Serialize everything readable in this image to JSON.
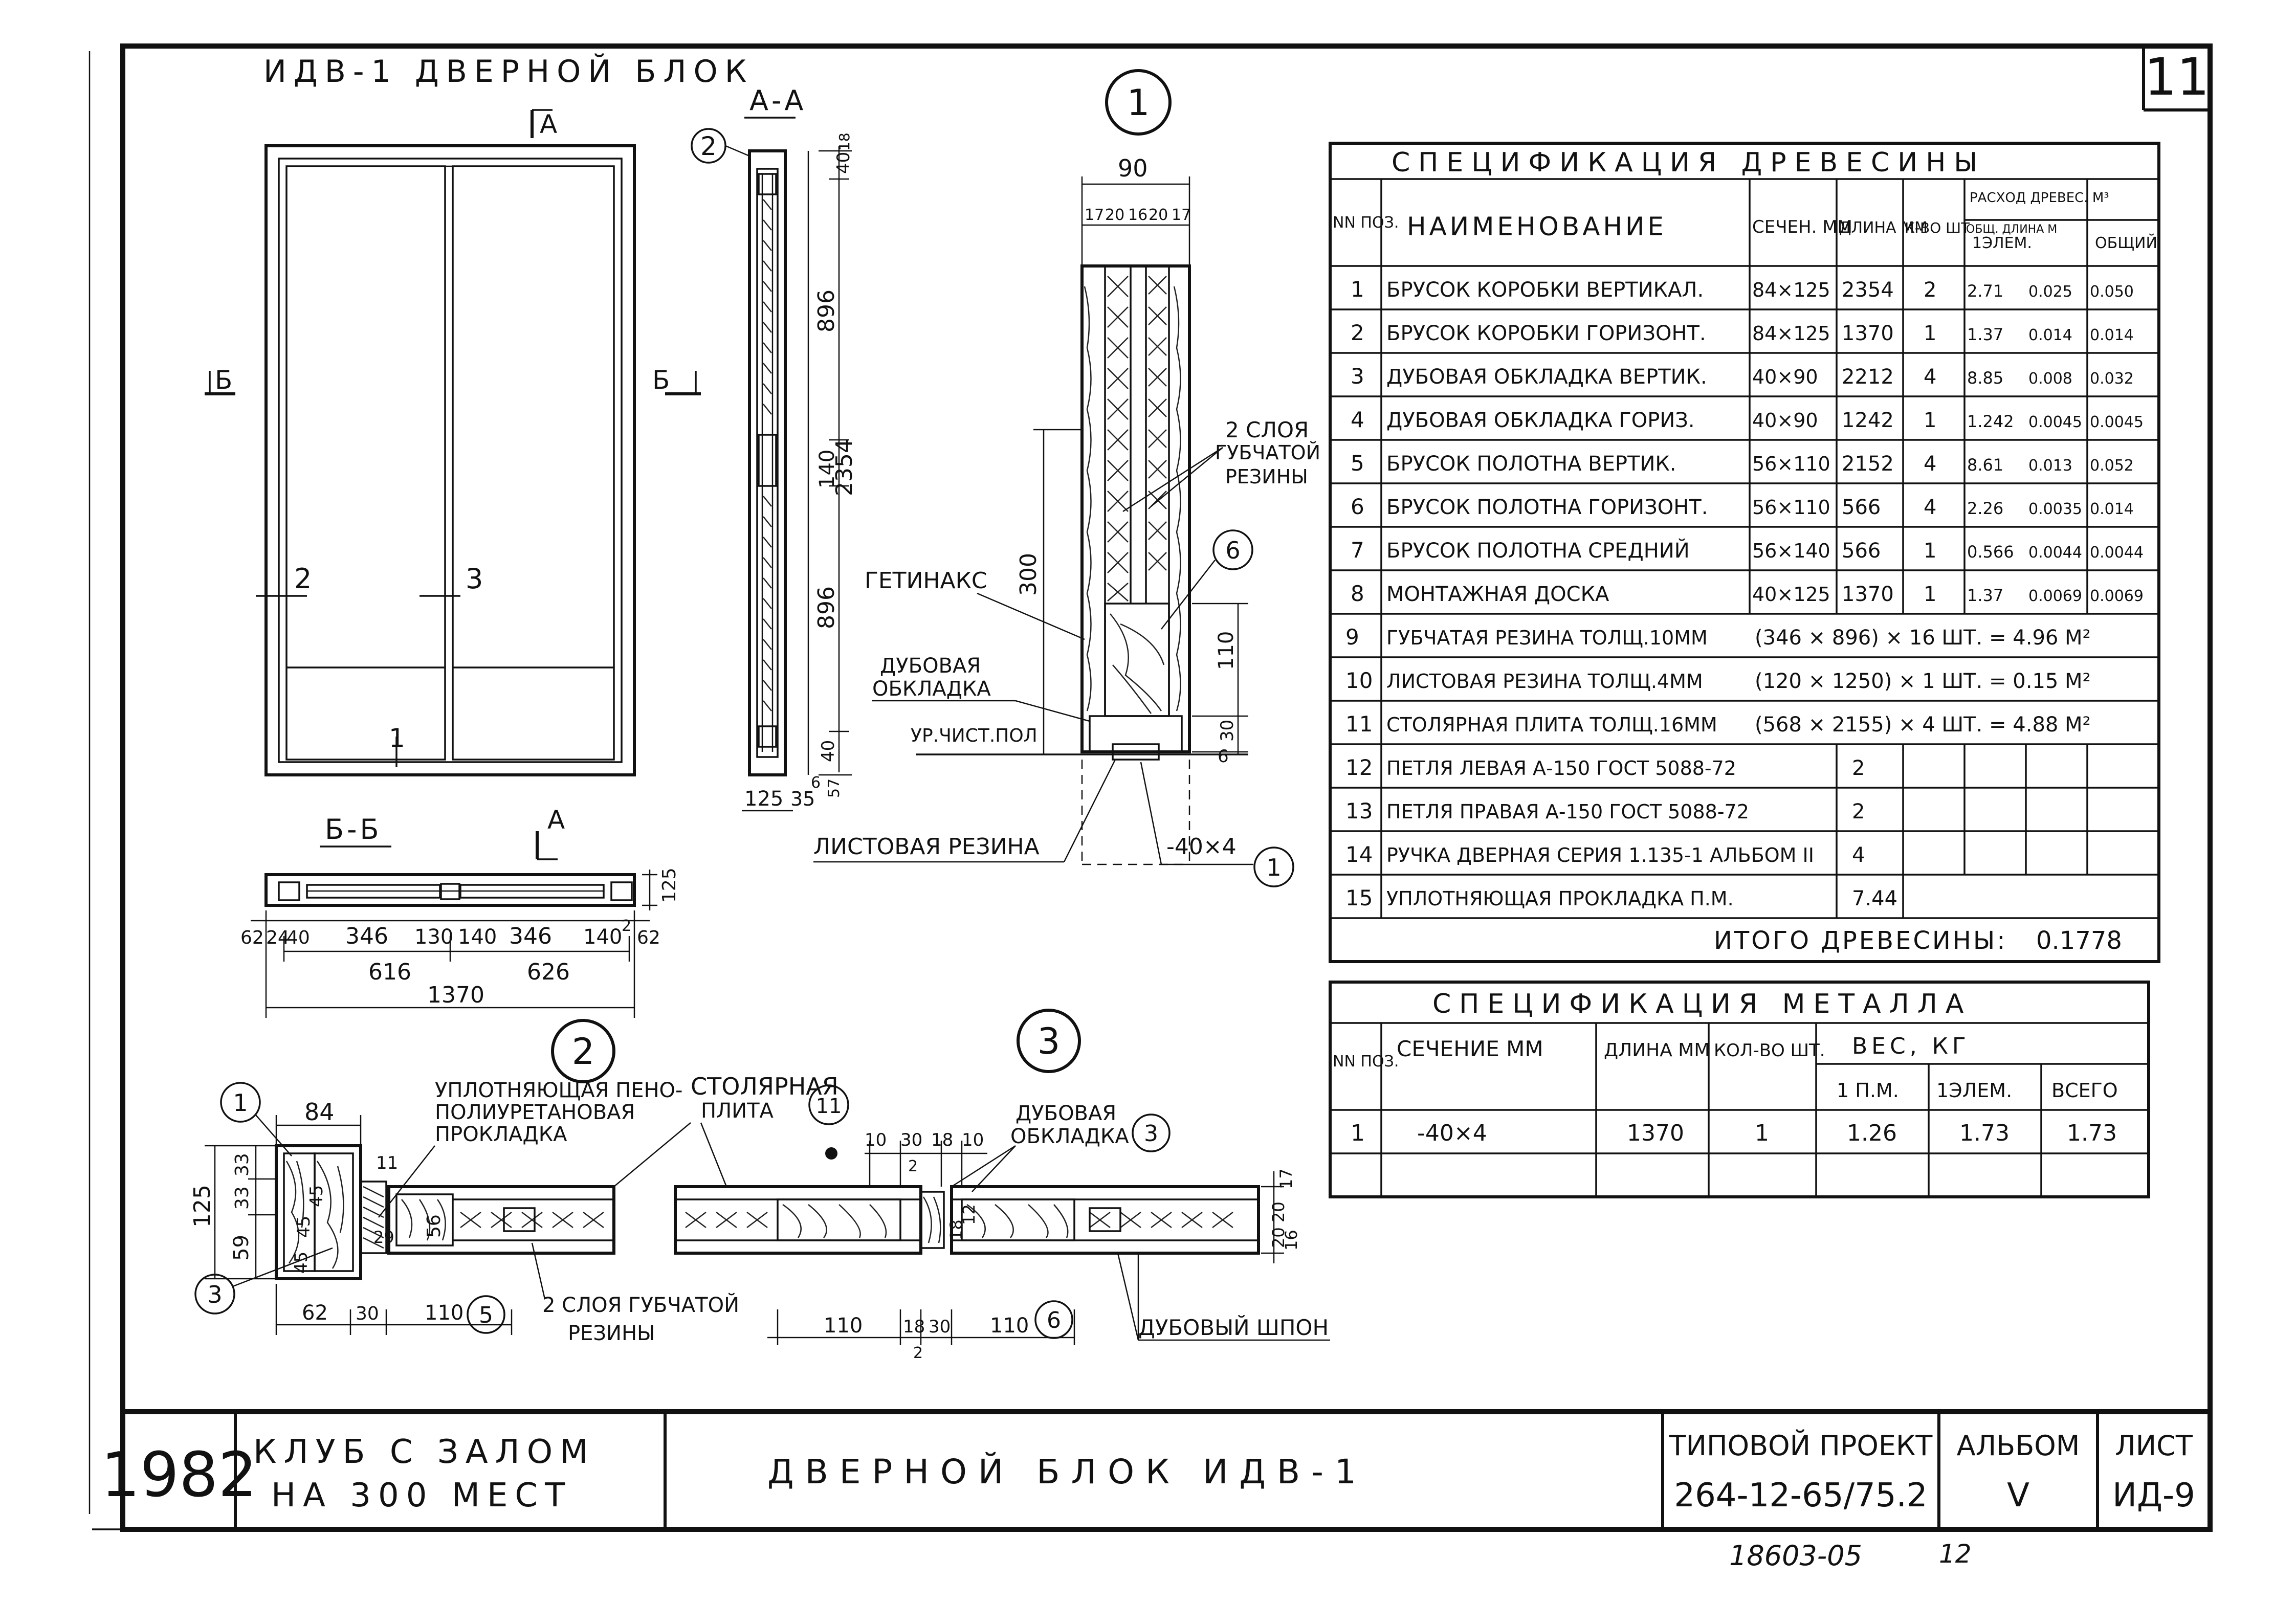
{
  "sheet": {
    "number": "11"
  },
  "title_block": {
    "year": "1982",
    "club_line1": "КЛУБ С ЗАЛОМ",
    "club_line2": "НА 300 МЕСТ",
    "drawing_title": "ДВЕРНОЙ БЛОК ИДВ-1",
    "project_label": "ТИПОВОЙ ПРОЕКТ",
    "project_number": "264-12-65/75.2",
    "album_label": "АЛЬБОМ",
    "album_value": "V",
    "sheet_label": "ЛИСТ",
    "sheet_value": "ИД-9",
    "archive_number": "18603-05",
    "archive_page": "12"
  },
  "elevation": {
    "title": "ИДВ-1 ДВЕРНОЙ БЛОК",
    "cut_a": "А",
    "cut_b_left": "Б",
    "cut_b_right": "Б",
    "pos_2": "2",
    "pos_3": "3",
    "pos_1": "1",
    "section_label": "Б-Б",
    "dims_top": [
      "62",
      "24",
      "40",
      "346",
      "130",
      "140",
      "346",
      "140",
      "2",
      "62"
    ],
    "dim_616": "616",
    "dim_626": "626",
    "dim_1370": "1370",
    "dim_125": "125"
  },
  "section_aa": {
    "title": "А-А",
    "callout": "2",
    "dims_right": [
      "40",
      "18",
      "896",
      "140",
      "896",
      "40",
      "6",
      "2354"
    ],
    "dim_125": "125",
    "dim_35": "35",
    "dim_57": "57"
  },
  "detail1": {
    "callout": "1",
    "dim_90": "90",
    "dims_top": [
      "17",
      "20",
      "16",
      "20",
      "17"
    ],
    "label_rubber_layers_1": "2 СЛОЯ",
    "label_rubber_layers_2": "ГУБЧАТОЙ",
    "label_rubber_layers_3": "РЕЗИНЫ",
    "label_getinaks": "ГЕТИНАКС",
    "label_oak_1": "ДУБОВАЯ",
    "label_oak_2": "ОБКЛАДКА",
    "label_floor": "УР.ЧИСТ.ПОЛ",
    "label_sheet_rubber": "ЛИСТОВАЯ РЕЗИНА",
    "label_strip": "-40×4",
    "dim_300": "300",
    "dim_110": "110",
    "dim_30": "30",
    "dim_6": "6",
    "callout_6": "6",
    "callout_1": "1"
  },
  "detail2": {
    "callout": "2",
    "callout_1": "1",
    "callout_3": "3",
    "callout_11": "11",
    "callout_5": "5",
    "dim_84": "84",
    "dim_125": "125",
    "dims_left": [
      "33",
      "33",
      "59"
    ],
    "dims_inner": [
      "45",
      "45",
      "45",
      "29",
      "56"
    ],
    "dim_11": "11",
    "dim_62": "62",
    "dim_30": "30",
    "dim_110": "110",
    "label_seal_1": "УПЛОТНЯЮЩАЯ ПЕНО-",
    "label_seal_2": "ПОЛИУРЕТАНОВАЯ",
    "label_seal_3": "ПРОКЛАДКА",
    "label_board_1": "СТОЛЯРНАЯ",
    "label_board_2": "ПЛИТА",
    "label_layers_1": "2 СЛОЯ ГУБЧАТОЙ",
    "label_layers_2": "РЕЗИНЫ"
  },
  "detail3": {
    "callout": "3",
    "callout_3": "3",
    "callout_6": "6",
    "dims_top": [
      "10",
      "30",
      "18",
      "10"
    ],
    "dim_2": "2",
    "dims_right": [
      "17",
      "20",
      "20",
      "16"
    ],
    "dims_inner": [
      "18",
      "12"
    ],
    "dim_110_left": "110",
    "dim_18": "18",
    "dim_30": "30",
    "dim_110_right": "110",
    "label_oak_1": "ДУБОВАЯ",
    "label_oak_2": "ОБКЛАДКА",
    "label_veneer": "ДУБОВЫЙ ШПОН"
  },
  "wood_spec": {
    "title": "СПЕЦИФИКАЦИЯ ДРЕВЕСИНЫ",
    "headers": {
      "pos": "NN ПОЗ.",
      "name": "НАИМЕНОВАНИЕ",
      "section": "СЕЧЕН. ММ",
      "length": "ДЛИНА ММ",
      "qty": "К-ВО ШТ",
      "total_len": "ОБЩ. ДЛИНА М",
      "consumption": "РАСХОД ДРЕВЕС. М³",
      "per_el": "1ЭЛЕМ.",
      "total": "ОБЩИЙ"
    },
    "rows": [
      {
        "pos": "1",
        "name": "БРУСОК КОРОБКИ ВЕРТИКАЛ.",
        "section": "84×125",
        "length": "2354",
        "qty": "2",
        "total_len": "2.71",
        "per_el": "0.025",
        "total": "0.050"
      },
      {
        "pos": "2",
        "name": "БРУСОК КОРОБКИ ГОРИЗОНТ.",
        "section": "84×125",
        "length": "1370",
        "qty": "1",
        "total_len": "1.37",
        "per_el": "0.014",
        "total": "0.014"
      },
      {
        "pos": "3",
        "name": "ДУБОВАЯ ОБКЛАДКА ВЕРТИК.",
        "section": "40×90",
        "length": "2212",
        "qty": "4",
        "total_len": "8.85",
        "per_el": "0.008",
        "total": "0.032"
      },
      {
        "pos": "4",
        "name": "ДУБОВАЯ ОБКЛАДКА ГОРИЗ.",
        "section": "40×90",
        "length": "1242",
        "qty": "1",
        "total_len": "1.242",
        "per_el": "0.0045",
        "total": "0.0045"
      },
      {
        "pos": "5",
        "name": "БРУСОК ПОЛОТНА ВЕРТИК.",
        "section": "56×110",
        "length": "2152",
        "qty": "4",
        "total_len": "8.61",
        "per_el": "0.013",
        "total": "0.052"
      },
      {
        "pos": "6",
        "name": "БРУСОК ПОЛОТНА ГОРИЗОНТ.",
        "section": "56×110",
        "length": "566",
        "qty": "4",
        "total_len": "2.26",
        "per_el": "0.0035",
        "total": "0.014"
      },
      {
        "pos": "7",
        "name": "БРУСОК ПОЛОТНА СРЕДНИЙ",
        "section": "56×140",
        "length": "566",
        "qty": "1",
        "total_len": "0.566",
        "per_el": "0.0044",
        "total": "0.0044"
      },
      {
        "pos": "8",
        "name": "МОНТАЖНАЯ ДОСКА",
        "section": "40×125",
        "length": "1370",
        "qty": "1",
        "total_len": "1.37",
        "per_el": "0.0069",
        "total": "0.0069"
      }
    ],
    "rows_wide": [
      {
        "pos": "9",
        "name": "ГУБЧАТАЯ РЕЗИНА ТОЛЩ.10ММ",
        "value": "(346 × 896) × 16 ШТ. = 4.96 М²"
      },
      {
        "pos": "10",
        "name": "ЛИСТОВАЯ РЕЗИНА ТОЛЩ.4ММ",
        "value": "(120 × 1250) × 1 ШТ. = 0.15 М²"
      },
      {
        "pos": "11",
        "name": "СТОЛЯРНАЯ ПЛИТА ТОЛЩ.16ММ",
        "value": "(568 × 2155) × 4 ШТ. = 4.88 М²"
      }
    ],
    "rows_hw": [
      {
        "pos": "12",
        "name": "ПЕТЛЯ ЛЕВАЯ А-150 ГОСТ 5088-72",
        "qty": "2"
      },
      {
        "pos": "13",
        "name": "ПЕТЛЯ ПРАВАЯ А-150 ГОСТ 5088-72",
        "qty": "2"
      },
      {
        "pos": "14",
        "name": "РУЧКА ДВЕРНАЯ СЕРИЯ 1.135-1 АЛЬБОМ II",
        "qty": "4"
      },
      {
        "pos": "15",
        "name": "УПЛОТНЯЮЩАЯ ПРОКЛАДКА П.М.",
        "qty": "7.44"
      }
    ],
    "total_label": "ИТОГО ДРЕВЕСИНЫ:",
    "total_value": "0.1778"
  },
  "metal_spec": {
    "title": "СПЕЦИФИКАЦИЯ МЕТАЛЛА",
    "headers": {
      "pos": "NN ПОЗ.",
      "section": "СЕЧЕНИЕ ММ",
      "length": "ДЛИНА ММ",
      "qty": "КОЛ-ВО ШТ.",
      "weight": "ВЕС, КГ",
      "per_m": "1 П.М.",
      "per_el": "1ЭЛЕМ.",
      "total": "ВСЕГО"
    },
    "rows": [
      {
        "pos": "1",
        "section": "-40×4",
        "length": "1370",
        "qty": "1",
        "per_m": "1.26",
        "per_el": "1.73",
        "total": "1.73"
      }
    ]
  }
}
